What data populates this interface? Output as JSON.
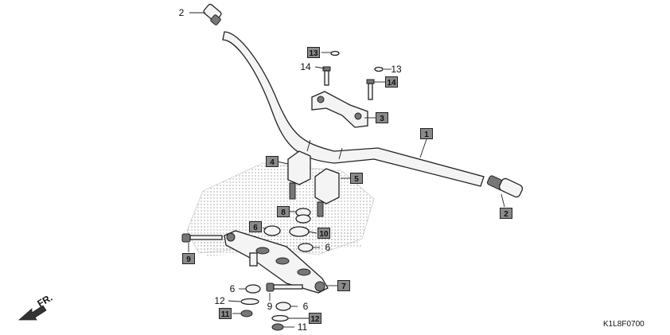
{
  "diagram": {
    "code": "K1L8F0700",
    "direction_label": "FR.",
    "callouts": [
      {
        "id": "c2a",
        "label": "2",
        "boxed": false
      },
      {
        "id": "c13a",
        "label": "13",
        "boxed": true
      },
      {
        "id": "c14a",
        "label": "14",
        "boxed": false
      },
      {
        "id": "c13b",
        "label": "13",
        "boxed": false
      },
      {
        "id": "c14b",
        "label": "14",
        "boxed": true
      },
      {
        "id": "c3",
        "label": "3",
        "boxed": true
      },
      {
        "id": "c1",
        "label": "1",
        "boxed": true
      },
      {
        "id": "c4",
        "label": "4",
        "boxed": true
      },
      {
        "id": "c5",
        "label": "5",
        "boxed": true
      },
      {
        "id": "c8",
        "label": "8",
        "boxed": true
      },
      {
        "id": "c2b",
        "label": "2",
        "boxed": true
      },
      {
        "id": "c6a",
        "label": "6",
        "boxed": true
      },
      {
        "id": "c10",
        "label": "10",
        "boxed": true
      },
      {
        "id": "c6b",
        "label": "6",
        "boxed": false
      },
      {
        "id": "c9a",
        "label": "9",
        "boxed": true
      },
      {
        "id": "c7",
        "label": "7",
        "boxed": true
      },
      {
        "id": "c6c",
        "label": "6",
        "boxed": false
      },
      {
        "id": "c12a",
        "label": "12",
        "boxed": false
      },
      {
        "id": "c9b",
        "label": "9",
        "boxed": false
      },
      {
        "id": "c6d",
        "label": "6",
        "boxed": false
      },
      {
        "id": "c11a",
        "label": "11",
        "boxed": true
      },
      {
        "id": "c12b",
        "label": "12",
        "boxed": true
      },
      {
        "id": "c11b",
        "label": "11",
        "boxed": false
      }
    ]
  }
}
